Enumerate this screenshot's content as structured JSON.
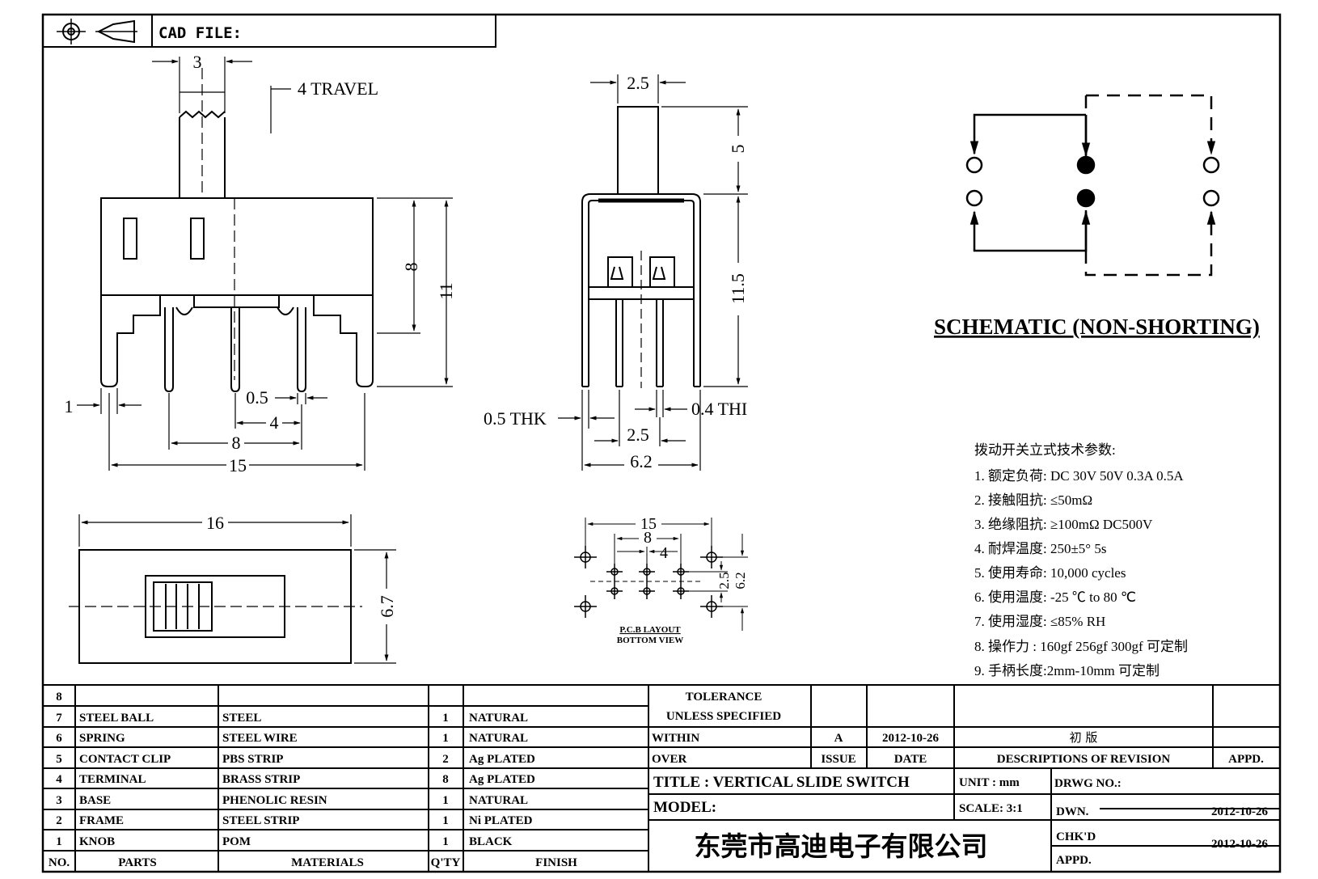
{
  "header": {
    "cad_file_label": "CAD FILE:"
  },
  "side_view": {
    "dim_top": "3",
    "travel": "4  TRAVEL",
    "dim_height_8": "8",
    "dim_height_11": "11",
    "dim_pin_1": "1",
    "dim_pin_05": "0.5",
    "dim_4": "4",
    "dim_8": "8",
    "dim_15": "15"
  },
  "end_view": {
    "dim_25_top": "2.5",
    "dim_5": "5",
    "dim_115": "11.5",
    "thk_left": "0.5  THK",
    "thk_right": "0.4  THI",
    "dim_25_bottom": "2.5",
    "dim_62": "6.2"
  },
  "top_view": {
    "dim_16": "16",
    "dim_67": "6.7"
  },
  "pcb_layout": {
    "dim_15": "15",
    "dim_8": "8",
    "dim_4": "4",
    "dim_25": "2.5",
    "dim_62": "6.2",
    "caption_1": "P.C.B LAYOUT",
    "caption_2": "BOTTOM  VIEW"
  },
  "schematic": {
    "title": "SCHEMATIC  (NON-SHORTING)"
  },
  "specs": {
    "title": "拨动开关立式技术参数:",
    "items": [
      "1.  额定负荷: DC 30V    50V    0.3A    0.5A",
      "2.  接触阻抗:  ≤50mΩ",
      "3.  绝缘阻抗:  ≥100mΩ   DC500V",
      "4.  耐焊温度: 250±5°   5s",
      "5.  使用寿命: 10,000 cycles",
      "6.  使用温度: -25  ℃   to 80  ℃",
      "7.  使用湿度:  ≤85% RH",
      "8.  操作力 : 160gf    256gf    300gf   可定制",
      "9.  手柄长度:2mm-10mm   可定制"
    ]
  },
  "parts_table": {
    "rows": [
      {
        "no": "8",
        "part": "",
        "material": "",
        "qty": "",
        "finish": ""
      },
      {
        "no": "7",
        "part": "STEEL BALL",
        "material": "STEEL",
        "qty": "1",
        "finish": "NATURAL"
      },
      {
        "no": "6",
        "part": "SPRING",
        "material": "STEEL WIRE",
        "qty": "1",
        "finish": "NATURAL"
      },
      {
        "no": "5",
        "part": "CONTACT CLIP",
        "material": "PBS STRIP",
        "qty": "2",
        "finish": "Ag PLATED"
      },
      {
        "no": "4",
        "part": "TERMINAL",
        "material": "BRASS STRIP",
        "qty": "8",
        "finish": "Ag PLATED"
      },
      {
        "no": "3",
        "part": "BASE",
        "material": "PHENOLIC RESIN",
        "qty": "1",
        "finish": "NATURAL"
      },
      {
        "no": "2",
        "part": "FRAME",
        "material": "STEEL STRIP",
        "qty": "1",
        "finish": "Ni PLATED"
      },
      {
        "no": "1",
        "part": "KNOB",
        "material": "POM",
        "qty": "1",
        "finish": "BLACK"
      }
    ],
    "headers": {
      "no": "NO.",
      "parts": "PARTS",
      "materials": "MATERIALS",
      "qty": "Q'TY",
      "finish": "FINISH"
    }
  },
  "title_block": {
    "tolerance": "TOLERANCE",
    "unless": "UNLESS   SPECIFIED",
    "within": "WITHIN",
    "over": "OVER",
    "rev_issue": "A",
    "rev_date": "2012-10-26",
    "rev_desc": "初  版",
    "col_issue": "ISSUE",
    "col_date": "DATE",
    "col_desc": "DESCRIPTIONS  OF  REVISION",
    "col_appd": "APPD.",
    "title": "TITLE :   VERTICAL  SLIDE  SWITCH",
    "unit": "UNIT :   mm",
    "drwg_no": "DRWG  NO.:",
    "model": "MODEL:",
    "scale": "SCALE:   3:1",
    "dwn": "DWN.",
    "dwn_date": "2012-10-26",
    "chkd": "CHK'D",
    "chkd_date": "2012-10-26",
    "appd": "APPD.",
    "company": "东莞市高迪电子有限公司"
  }
}
